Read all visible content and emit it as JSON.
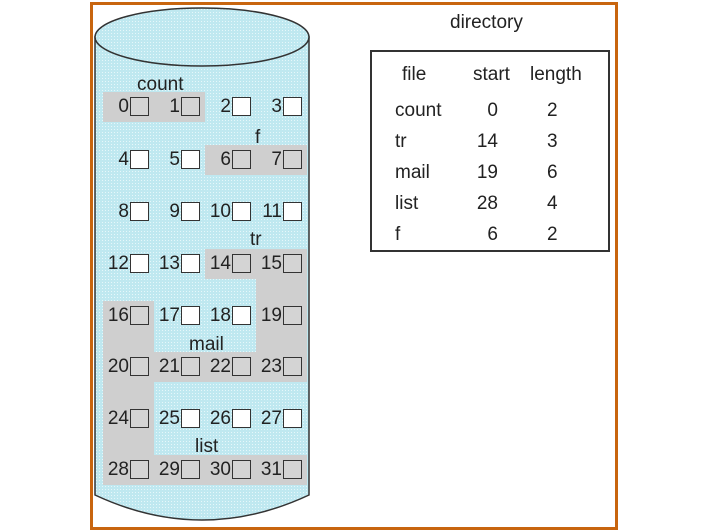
{
  "disk": {
    "blocks": [
      0,
      1,
      2,
      3,
      4,
      5,
      6,
      7,
      8,
      9,
      10,
      11,
      12,
      13,
      14,
      15,
      16,
      17,
      18,
      19,
      20,
      21,
      22,
      23,
      24,
      25,
      26,
      27,
      28,
      29,
      30,
      31
    ],
    "labels": {
      "count": "count",
      "f": "f",
      "tr": "tr",
      "mail": "mail",
      "list": "list"
    },
    "colors": {
      "cylinder": "#bfe8f0",
      "allocated": "#cfcfcf",
      "frame": "#c8650f"
    }
  },
  "directory": {
    "title": "directory",
    "headers": [
      "file",
      "start",
      "length"
    ],
    "rows": [
      {
        "file": "count",
        "start": "0",
        "length": "2"
      },
      {
        "file": "tr",
        "start": "14",
        "length": "3"
      },
      {
        "file": "mail",
        "start": "19",
        "length": "6"
      },
      {
        "file": "list",
        "start": "28",
        "length": "4"
      },
      {
        "file": "f",
        "start": "6",
        "length": "2"
      }
    ]
  }
}
